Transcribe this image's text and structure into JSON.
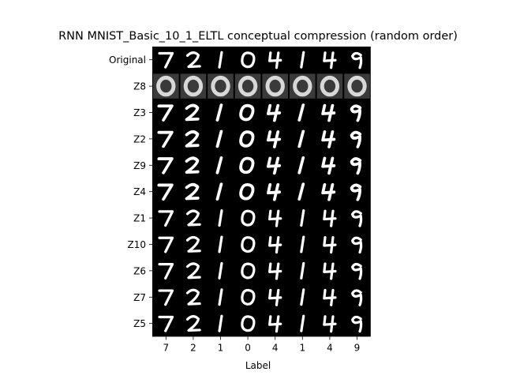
{
  "chart_data": {
    "type": "image_grid",
    "title": "RNN MNIST_Basic_10_1_ELTL conceptual compression (random order)",
    "xlabel": "Label",
    "x_tick_labels": [
      "7",
      "2",
      "1",
      "0",
      "4",
      "1",
      "4",
      "9"
    ],
    "row_labels": [
      "Original",
      "Z8",
      "Z3",
      "Z2",
      "Z9",
      "Z4",
      "Z1",
      "Z10",
      "Z6",
      "Z7",
      "Z5"
    ],
    "background_color": "#000000",
    "foreground_color": "#ffffff"
  }
}
